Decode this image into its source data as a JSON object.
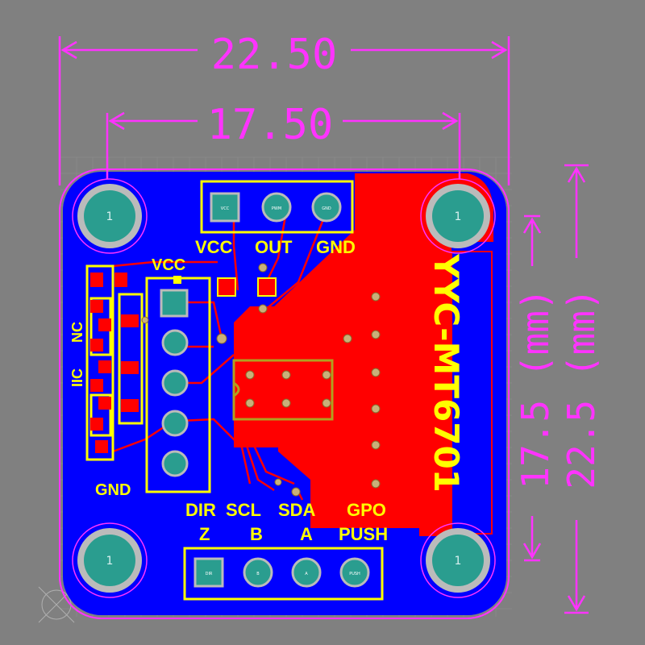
{
  "dimensions": {
    "width_outer": "22.50",
    "width_hole": "17.50",
    "height_hole": "17.5 (mm)",
    "height_outer": "22.5 (mm)"
  },
  "board": {
    "brand_text": "YYC-MT6701",
    "mounting_hole_label": "1"
  },
  "top_header": {
    "labels": [
      "VCC",
      "OUT",
      "GND"
    ],
    "pin_marks": [
      "VCC",
      "PWM",
      "GND"
    ]
  },
  "bottom_header": {
    "top_labels": [
      "DIR",
      "SCL",
      "SDA",
      "GPO"
    ],
    "bottom_labels": [
      "Z",
      "B",
      "A",
      "PUSH"
    ],
    "pin_marks": [
      "DIR",
      "B",
      "A",
      "PUSH"
    ]
  },
  "left_area": {
    "vcc": "VCC",
    "gnd": "GND",
    "iic": "IIC",
    "nc": "NC"
  },
  "colors": {
    "background": "#808080",
    "board_fill": "#0000ff",
    "copper_red": "#ff0000",
    "silkscreen": "#ffff00",
    "dimension": "#ff33ff",
    "pad": "#2a9d8f"
  }
}
